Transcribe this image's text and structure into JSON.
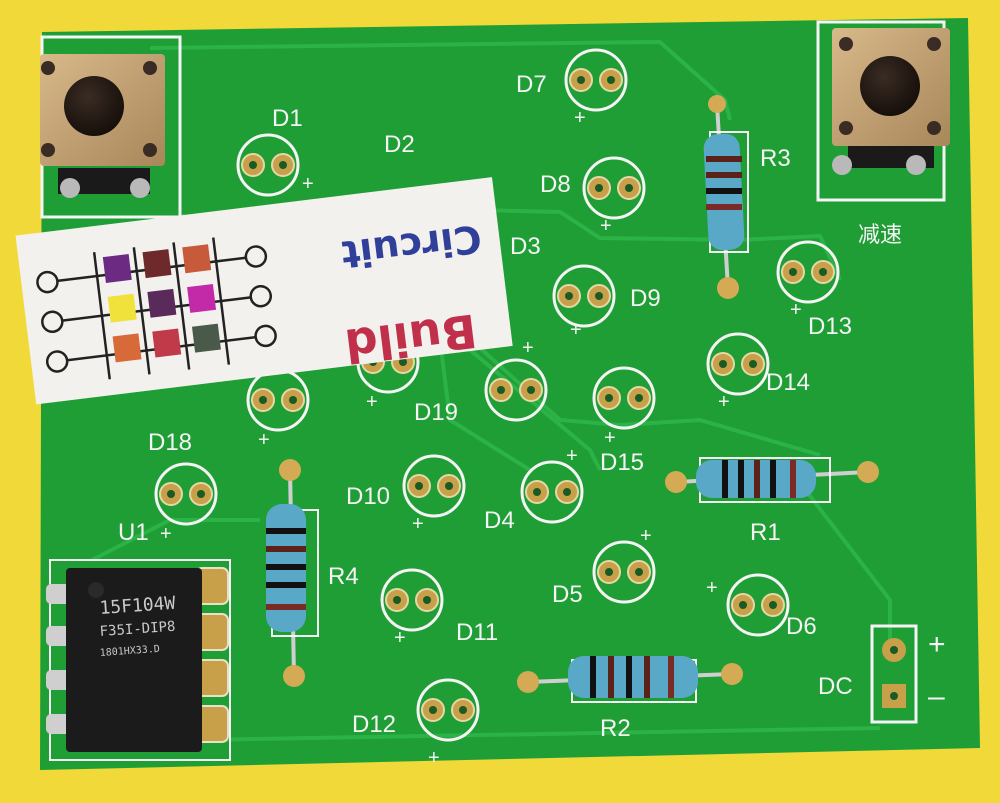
{
  "board": {
    "colors": {
      "background": "#f2d93a",
      "pcb": "#1f9e36",
      "trace": "#2bb347",
      "silkscreen": "#f4f4f4",
      "pad": "#c8a04a",
      "resistor_body": "#5aa8c8"
    }
  },
  "leds": [
    {
      "label": "D1"
    },
    {
      "label": "D2"
    },
    {
      "label": "D3"
    },
    {
      "label": "D4"
    },
    {
      "label": "D5"
    },
    {
      "label": "D6"
    },
    {
      "label": "D7"
    },
    {
      "label": "D8"
    },
    {
      "label": "D9"
    },
    {
      "label": "D10"
    },
    {
      "label": "D11"
    },
    {
      "label": "D12"
    },
    {
      "label": "D13"
    },
    {
      "label": "D14"
    },
    {
      "label": "D15"
    },
    {
      "label": "D18"
    },
    {
      "label": "D19"
    }
  ],
  "resistors": [
    {
      "label": "R1"
    },
    {
      "label": "R2"
    },
    {
      "label": "R3"
    },
    {
      "label": "R4"
    }
  ],
  "chip": {
    "label": "U1",
    "lines": [
      "15F104W",
      "F35I-DIP8",
      "1801HX33.D"
    ]
  },
  "power": {
    "label": "DC",
    "plus": "+",
    "minus": "–"
  },
  "buttons": [
    {
      "label": ""
    },
    {
      "label": "减速"
    }
  ],
  "logo": {
    "word1": "Build",
    "word2": "Circuit"
  },
  "polarity": "+"
}
